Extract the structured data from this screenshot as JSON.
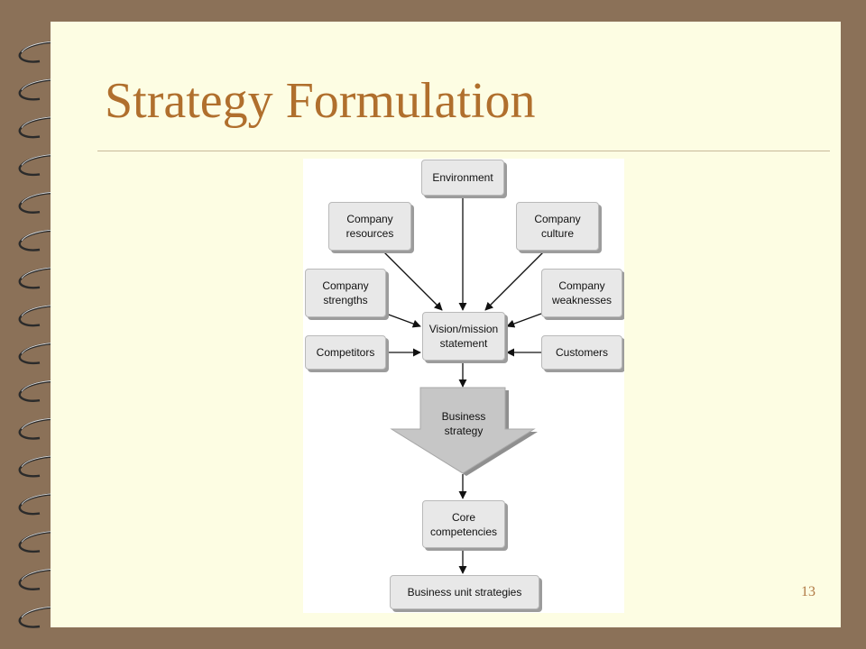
{
  "slide": {
    "title": "Strategy Formulation",
    "page_number": "13"
  },
  "diagram": {
    "environment": "Environment",
    "company_resources": "Company\nresources",
    "company_culture": "Company\nculture",
    "company_strengths": "Company\nstrengths",
    "company_weaknesses": "Company\nweaknesses",
    "vision_mission": "Vision/mission\nstatement",
    "competitors": "Competitors",
    "customers": "Customers",
    "business_strategy": "Business\nstrategy",
    "core_competencies": "Core\ncompetencies",
    "business_unit_strategies": "Business unit strategies"
  }
}
